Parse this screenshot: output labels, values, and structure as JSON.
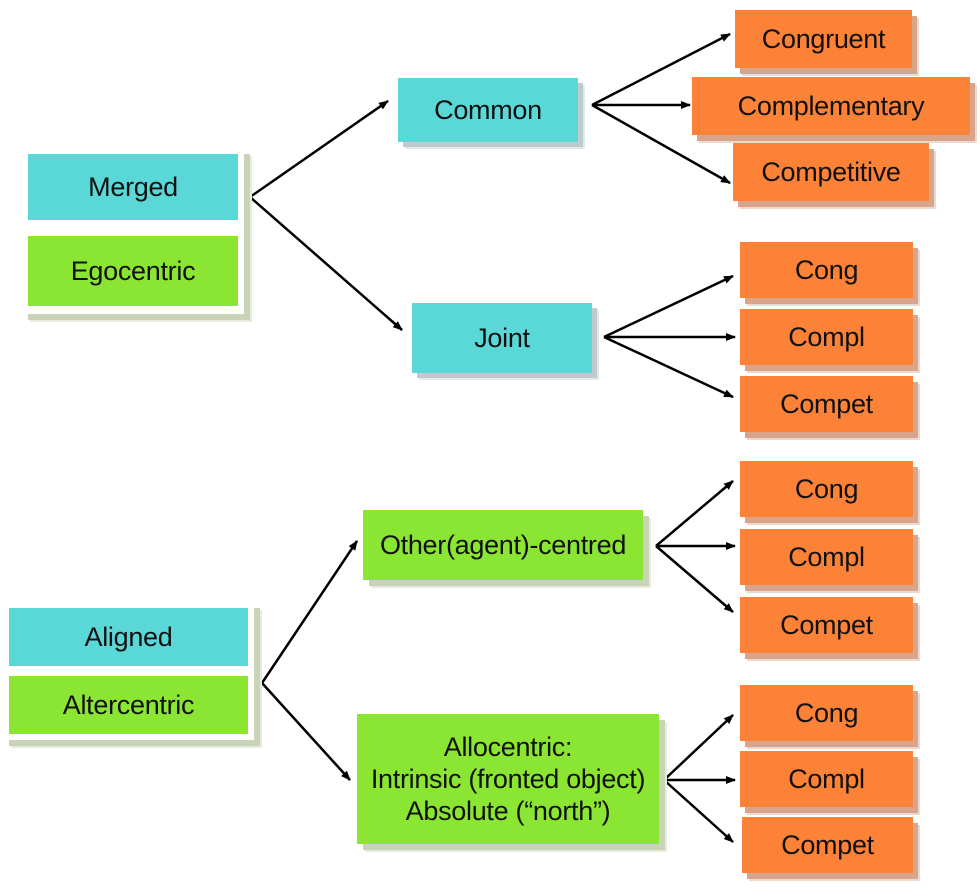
{
  "ego_group": {
    "top": "Merged",
    "bottom": "Egocentric"
  },
  "alter_group": {
    "top": "Aligned",
    "bottom": "Altercentric"
  },
  "common": "Common",
  "joint": "Joint",
  "other_centred": "Other(agent)-centred",
  "allocentric": {
    "line1": "Allocentric:",
    "line2": "Intrinsic (fronted object)",
    "line3": "Absolute (“north”)"
  },
  "common_outcomes": [
    "Congruent",
    "Complementary",
    "Competitive"
  ],
  "joint_outcomes": [
    "Cong",
    "Compl",
    "Compet"
  ],
  "other_outcomes": [
    "Cong",
    "Compl",
    "Compet"
  ],
  "allo_outcomes": [
    "Cong",
    "Compl",
    "Compet"
  ],
  "colors": {
    "teal": "#5ad8d8",
    "green": "#8ae632",
    "orange": "#fb8236",
    "arrow": "#000000"
  }
}
